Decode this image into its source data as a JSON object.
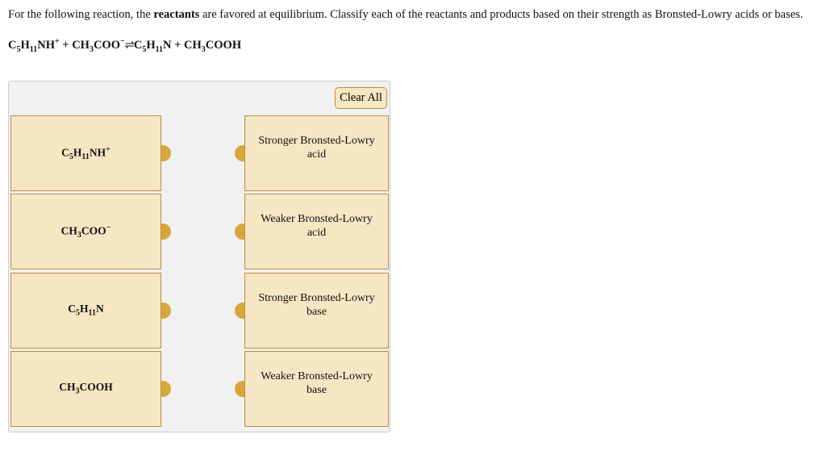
{
  "question": {
    "pre": "For the following reaction, the ",
    "bold": "reactants",
    "post": " are favored at equilibrium. Classify each of the reactants and products based on their strength as Bronsted-Lowry acids or bases."
  },
  "equation": {
    "arrow": "⇌",
    "reactant1": [
      [
        "C",
        ""
      ],
      [
        "5",
        "sub"
      ],
      [
        "H",
        ""
      ],
      [
        "11",
        "sub"
      ],
      [
        "NH",
        ""
      ],
      [
        "+",
        "sup"
      ]
    ],
    "plus": " + ",
    "reactant2": [
      [
        "CH",
        ""
      ],
      [
        "3",
        "sub"
      ],
      [
        "COO",
        ""
      ],
      [
        "−",
        "sup"
      ]
    ],
    "product1": [
      [
        "C",
        ""
      ],
      [
        "5",
        "sub"
      ],
      [
        "H",
        ""
      ],
      [
        "11",
        "sub"
      ],
      [
        "N",
        ""
      ]
    ],
    "product2": [
      [
        "CH",
        ""
      ],
      [
        "3",
        "sub"
      ],
      [
        "COOH",
        ""
      ]
    ]
  },
  "clear_all": "Clear All",
  "items": [
    [
      [
        "C",
        ""
      ],
      [
        "5",
        "sub"
      ],
      [
        "H",
        ""
      ],
      [
        "11",
        "sub"
      ],
      [
        "NH",
        ""
      ],
      [
        "+",
        "sup"
      ]
    ],
    [
      [
        "CH",
        ""
      ],
      [
        "3",
        "sub"
      ],
      [
        "COO",
        ""
      ],
      [
        "−",
        "sup"
      ]
    ],
    [
      [
        "C",
        ""
      ],
      [
        "5",
        "sub"
      ],
      [
        "H",
        ""
      ],
      [
        "11",
        "sub"
      ],
      [
        "N",
        ""
      ]
    ],
    [
      [
        "CH",
        ""
      ],
      [
        "3",
        "sub"
      ],
      [
        "COOH",
        ""
      ]
    ]
  ],
  "targets": [
    {
      "line1": "Stronger Bronsted-Lowry",
      "line2": "acid"
    },
    {
      "line1": "Weaker Bronsted-Lowry",
      "line2": "acid"
    },
    {
      "line1": "Stronger Bronsted-Lowry",
      "line2": "base"
    },
    {
      "line1": "Weaker Bronsted-Lowry",
      "line2": "base"
    }
  ],
  "colors": {
    "box": "#f7e6c4",
    "border": "#b8913f",
    "knob": "#d8a73c",
    "panel": "#f1f1f1"
  }
}
